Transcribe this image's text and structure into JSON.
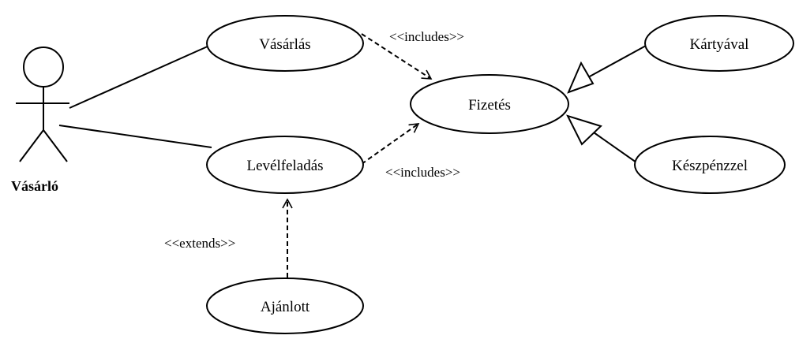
{
  "diagram": {
    "actor": {
      "name": "Vásárló"
    },
    "use_cases": {
      "vasarlas": "Vásárlás",
      "levelfeladas": "Levélfeladás",
      "ajanlott": "Ajánlott",
      "fizetes": "Fizetés",
      "kartyaval": "Kártyával",
      "keszpenzzel": "Készpénzzel"
    },
    "relations": {
      "includes_1": "<<includes>>",
      "includes_2": "<<includes>>",
      "extends": "<<extends>>"
    }
  }
}
